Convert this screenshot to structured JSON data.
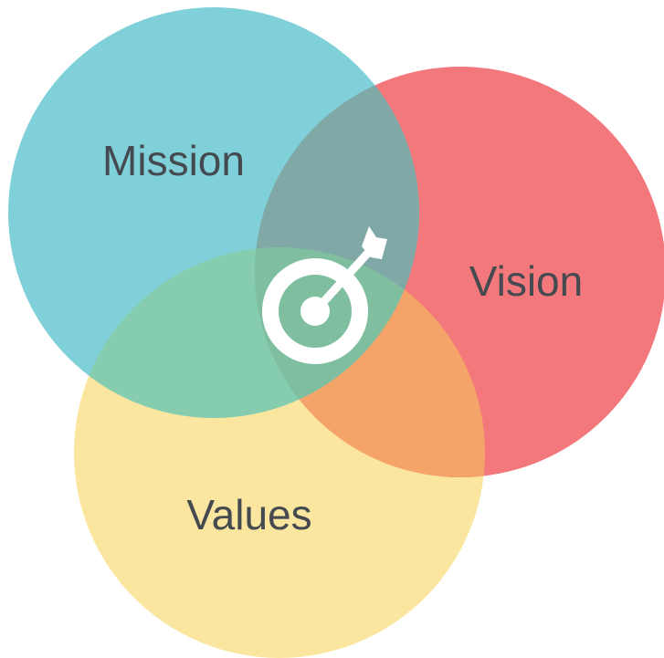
{
  "diagram": {
    "type": "venn",
    "circles": [
      {
        "id": "mission",
        "label": "Mission",
        "color": "#7fd0d8"
      },
      {
        "id": "vision",
        "label": "Vision",
        "color": "#f2787c"
      },
      {
        "id": "values",
        "label": "Values",
        "color": "#fbe6a0"
      }
    ],
    "overlaps": {
      "mission_vision": "#7fa8a7",
      "mission_values": "#86cdb0",
      "vision_values": "#f4a468",
      "center": "#7fbfa0"
    },
    "label_color": "#444a4f",
    "center_icon": {
      "name": "target-arrow-icon",
      "color": "#ffffff"
    }
  }
}
